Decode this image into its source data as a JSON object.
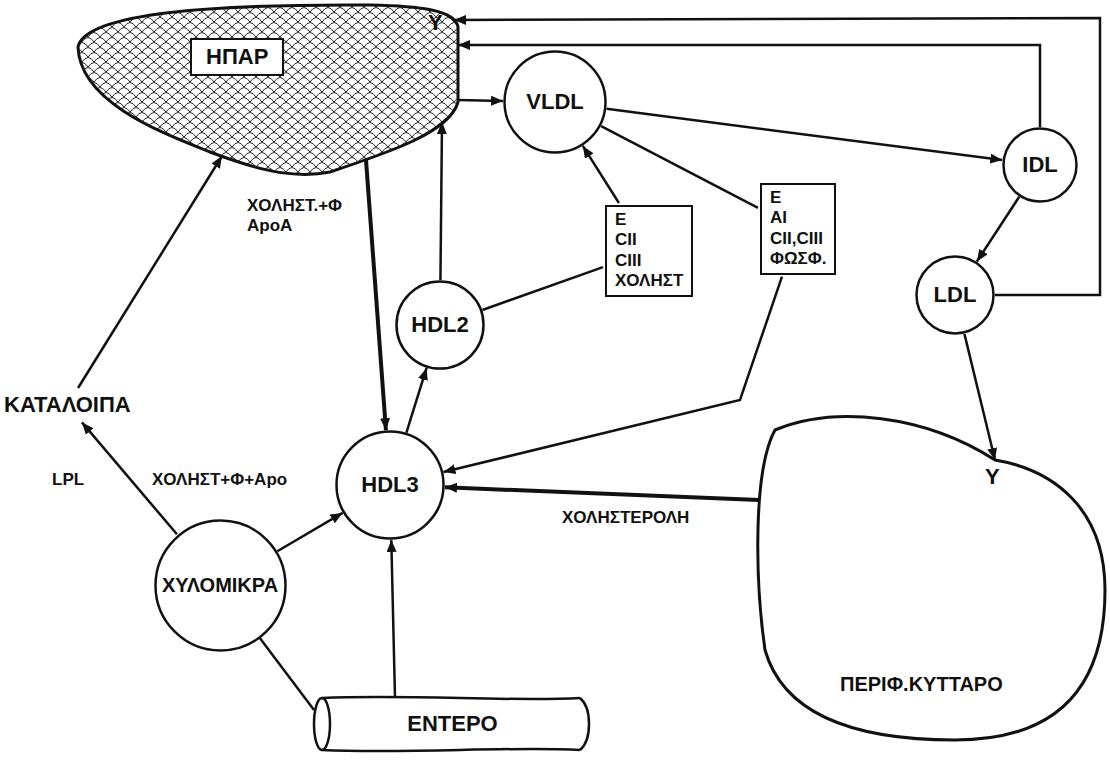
{
  "diagram": {
    "nodes": [
      {
        "text": [
          "ΗΠΑΡ"
        ]
      },
      {
        "text": [
          "VLDL"
        ]
      },
      {
        "text": [
          "IDL"
        ]
      },
      {
        "text": [
          "LDL"
        ]
      },
      {
        "text": [
          "HDL2"
        ]
      },
      {
        "text": [
          "E",
          "CII",
          "CIII",
          "ΧΟΛΗΣΤ"
        ]
      },
      {
        "text": [
          "E",
          "AI",
          "CII,CIII",
          "ΦΩΣΦ."
        ]
      },
      {
        "text": [
          "ΚΑΤΑΛΟΙΠΑ"
        ]
      },
      {
        "text": [
          "HDL3"
        ]
      },
      {
        "text": [
          "ΠΕΡΙΦ.ΚΥΤΤΑΡΟ"
        ]
      },
      {
        "text": [
          "ΧΥΛΟΜΙΚΡΑ"
        ]
      },
      {
        "text": [
          "ΕΝΤΕΡΟ"
        ]
      }
    ],
    "edges": [
      {
        "from": 0,
        "to": 1,
        "arrow": "to"
      },
      {
        "from": 1,
        "to": 2,
        "arrow": "to"
      },
      {
        "from": 2,
        "to": 0,
        "arrow": "to"
      },
      {
        "from": 2,
        "to": 3,
        "arrow": "to"
      },
      {
        "from": 3,
        "to": 0,
        "arrow": "to"
      },
      {
        "from": 3,
        "to": 9,
        "arrow": "to"
      },
      {
        "from": 0,
        "to": 8,
        "label": "ΧΟΛΗΣΤ.+Φ ApoA",
        "arrow": "to"
      },
      {
        "from": 8,
        "to": 4,
        "arrow": "to"
      },
      {
        "from": 4,
        "to": 0,
        "arrow": "to"
      },
      {
        "from": 4,
        "to": 5,
        "arrow": "none"
      },
      {
        "from": 5,
        "to": 1,
        "arrow": "to"
      },
      {
        "from": 1,
        "to": 6,
        "arrow": "none"
      },
      {
        "from": 6,
        "to": 8,
        "arrow": "to"
      },
      {
        "from": 9,
        "to": 8,
        "label": "ΧΟΛΗΣΤΕΡΟΛΗ",
        "arrow": "to"
      },
      {
        "from": 11,
        "to": 8,
        "arrow": "to"
      },
      {
        "from": 11,
        "to": 10,
        "arrow": "none"
      },
      {
        "from": 10,
        "to": 7,
        "label": "LPL",
        "arrow": "to"
      },
      {
        "from": 10,
        "to": 8,
        "label": "ΧΟΛΗΣΤ+Φ+Apo",
        "arrow": "to"
      },
      {
        "from": 7,
        "to": 0,
        "arrow": "to"
      }
    ],
    "labels": [
      "Y",
      "Y"
    ]
  }
}
